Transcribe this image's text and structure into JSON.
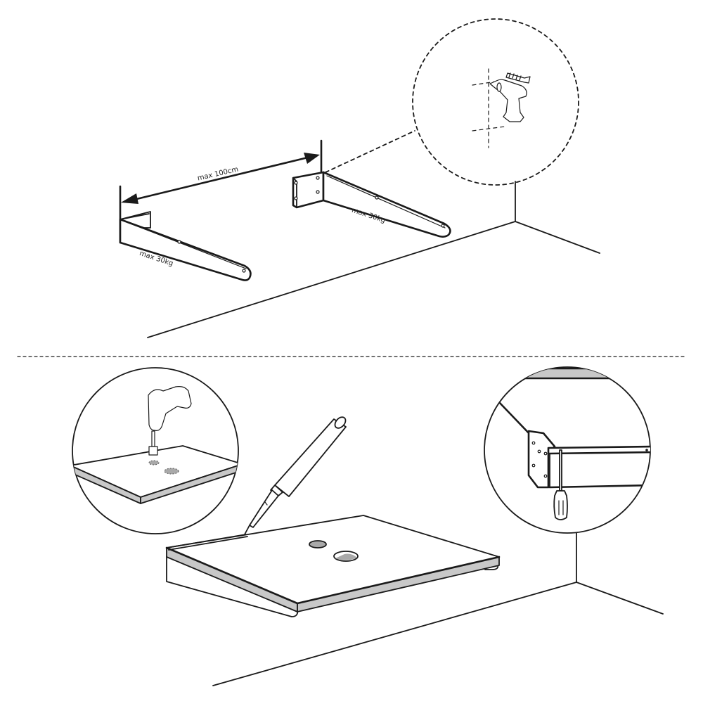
{
  "diagram": {
    "type": "assembly-instructions",
    "colors": {
      "line": "#1a1a1a",
      "background": "#ffffff",
      "edge_band": "#c8c8c8",
      "hole": "#a9a9a9"
    },
    "panels": [
      {
        "id": "step-1",
        "description": "Mount two wall brackets",
        "labels": {
          "spacing": "max 100cm",
          "left_bracket_load": "max 30kg",
          "right_bracket_load": "max 30kg"
        },
        "detail_callout": {
          "style": "dashed-circle",
          "content": "drill wall holes with wall plug"
        }
      },
      {
        "id": "step-2",
        "description": "Fit shelf to brackets",
        "detail_callouts": [
          {
            "position": "left",
            "content": "drill holes in shelf board"
          },
          {
            "position": "right",
            "content": "screw bracket to shelf underside"
          }
        ],
        "main_tool": "screwdriver"
      }
    ],
    "separator": "dashed-horizontal"
  }
}
